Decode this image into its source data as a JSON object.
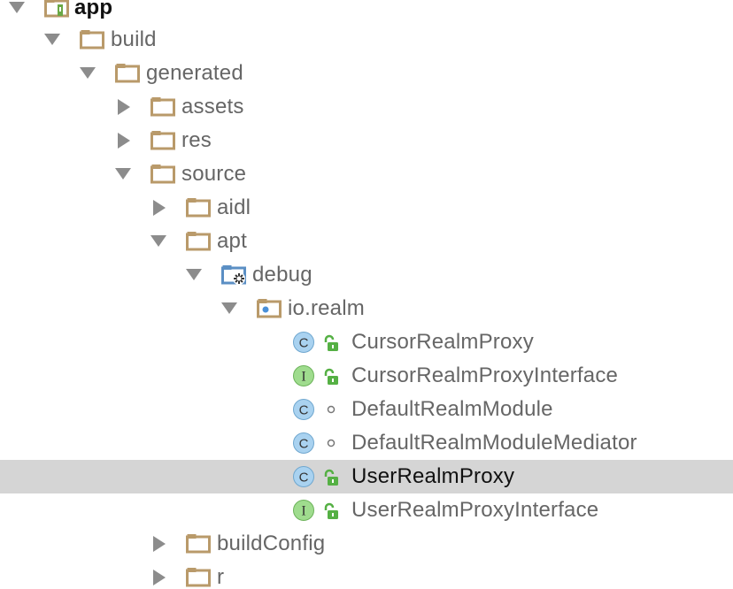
{
  "tree": {
    "app": {
      "label": "app"
    },
    "build": {
      "label": "build"
    },
    "generated": {
      "label": "generated"
    },
    "assets": {
      "label": "assets"
    },
    "res": {
      "label": "res"
    },
    "source": {
      "label": "source"
    },
    "aidl": {
      "label": "aidl"
    },
    "apt": {
      "label": "apt"
    },
    "debug": {
      "label": "debug"
    },
    "io_realm": {
      "label": "io.realm"
    },
    "classes": [
      {
        "label": "CursorRealmProxy",
        "kind": "C"
      },
      {
        "label": "CursorRealmProxyInterface",
        "kind": "I"
      },
      {
        "label": "DefaultRealmModule",
        "kind": "C"
      },
      {
        "label": "DefaultRealmModuleMediator",
        "kind": "C"
      },
      {
        "label": "UserRealmProxy",
        "kind": "C"
      },
      {
        "label": "UserRealmProxyInterface",
        "kind": "I"
      }
    ],
    "buildConfig": {
      "label": "buildConfig"
    },
    "r": {
      "label": "r"
    },
    "selected": "UserRealmProxy"
  },
  "colors": {
    "folder": "#b99a6a",
    "class_icon": "#a9d2f0",
    "interface_icon": "#9fdc8e",
    "lock": "#55b044",
    "arrow": "#8c8c8c",
    "selection": "#d5d5d5",
    "text": "#666666"
  }
}
